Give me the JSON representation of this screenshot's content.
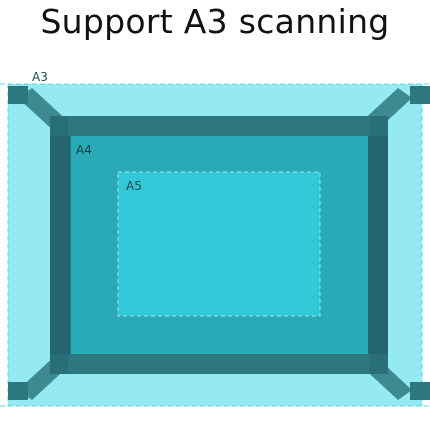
{
  "title": "Support A3 scanning",
  "labels": {
    "a3": "A3",
    "a4": "A4",
    "a5": "A5"
  },
  "colors": {
    "a3_fill": "#8fe8f0",
    "a4_fill": "#2aa9b7",
    "a5_fill": "#33c8d8",
    "frame": "#2a6f78",
    "frame_dark": "#1f5b63",
    "dashed_line": "#5fd4e0",
    "label_text": "#1e4a50"
  }
}
